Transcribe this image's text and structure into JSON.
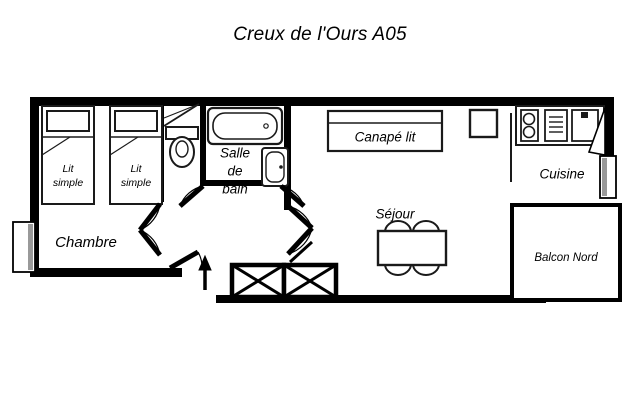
{
  "title": "Creux de l'Ours A05",
  "plan": {
    "rooms": [
      {
        "key": "chambre",
        "label": "Chambre",
        "size": "lg"
      },
      {
        "key": "salle",
        "label": "Salle",
        "size": "md"
      },
      {
        "key": "de",
        "label": "de",
        "size": "md"
      },
      {
        "key": "bain",
        "label": "bain",
        "size": "md"
      },
      {
        "key": "sejour",
        "label": "Séjour",
        "size": "md"
      },
      {
        "key": "cuisine",
        "label": "Cuisine",
        "size": "md"
      },
      {
        "key": "balcon",
        "label": "Balcon Nord",
        "size": "sm"
      },
      {
        "key": "canape",
        "label": "Canapé lit",
        "size": "md"
      }
    ],
    "furniture": [
      {
        "key": "bed1_line1",
        "label": "Lit"
      },
      {
        "key": "bed1_line2",
        "label": "simple"
      },
      {
        "key": "bed2_line1",
        "label": "Lit"
      },
      {
        "key": "bed2_line2",
        "label": "simple"
      }
    ],
    "icons": [
      "bathtub-icon",
      "toilet-icon",
      "washbasin-icon",
      "stovetop-icon",
      "oven-icon",
      "kitchen-sink-icon",
      "fridge-icon",
      "dining-table-icon",
      "chair-icon",
      "sofa-bed-icon",
      "bed-icon",
      "window-icon",
      "door-swing-icon",
      "entry-arrow-icon",
      "storage-closet-icon"
    ],
    "colors": {
      "wall": "#000000",
      "furniture_outline": "#1a1a1a",
      "background": "#ffffff",
      "fill": "#ffffff"
    }
  }
}
